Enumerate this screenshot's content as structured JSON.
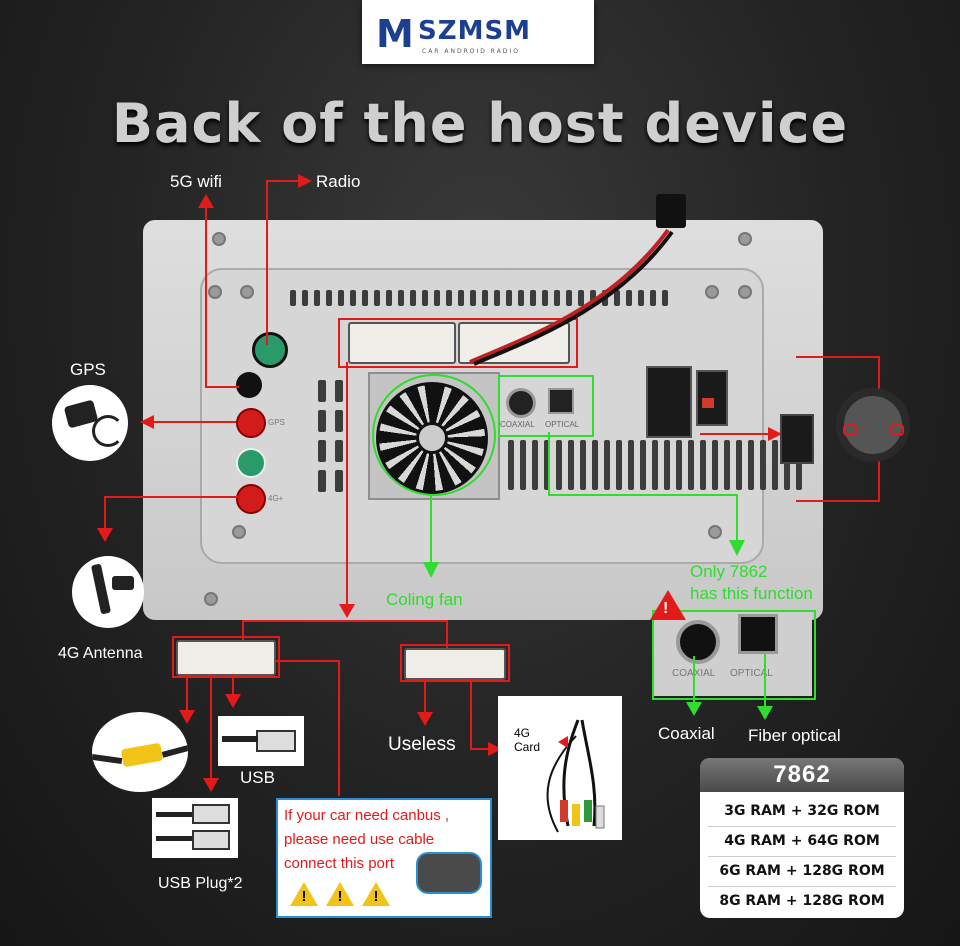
{
  "brand": {
    "logo_letter": "M",
    "logo_name": "SZMSM",
    "logo_tagline": "CAR ANDROID RADIO"
  },
  "title": "Back of the host device",
  "labels": {
    "wifi": "5G wifi",
    "radio": "Radio",
    "gps": "GPS",
    "antenna_4g": "4G Antenna",
    "coling_fan": "Coling fan",
    "only_7862_line1": "Only 7862",
    "only_7862_line2": "has this function",
    "coaxial": "Coaxial",
    "fiber_optical": "Fiber optical",
    "useless": "Useless",
    "usb": "USB",
    "usb_plug": "USB Plug*2",
    "card_4g_line1": "4G",
    "card_4g_line2": "Card"
  },
  "device_labels": {
    "coaxial_small": "COAXIAL",
    "optical_small": "OPTICAL",
    "gps_small": "GPS",
    "4g_small": "4G+",
    "coaxial_inset": "COAXIAL",
    "optical_inset": "OPTICAL"
  },
  "canbus_note": {
    "line1": "If your car need canbus ,",
    "line2": "please need use cable",
    "line3": "connect this port"
  },
  "spec_table": {
    "model": "7862",
    "rows": [
      "3G RAM  +  32G ROM",
      "4G RAM  +  64G ROM",
      "6G RAM  +  128G ROM",
      "8G RAM  +  128G ROM"
    ]
  },
  "colors": {
    "arrow_red": "#e31a1a",
    "arrow_green": "#2fdc2f",
    "logo_blue": "#1d3f8f",
    "logo_red": "#d23a2a"
  },
  "icons": {
    "warning": "warning-triangle-icon",
    "steering": "steering-wheel-icon"
  }
}
